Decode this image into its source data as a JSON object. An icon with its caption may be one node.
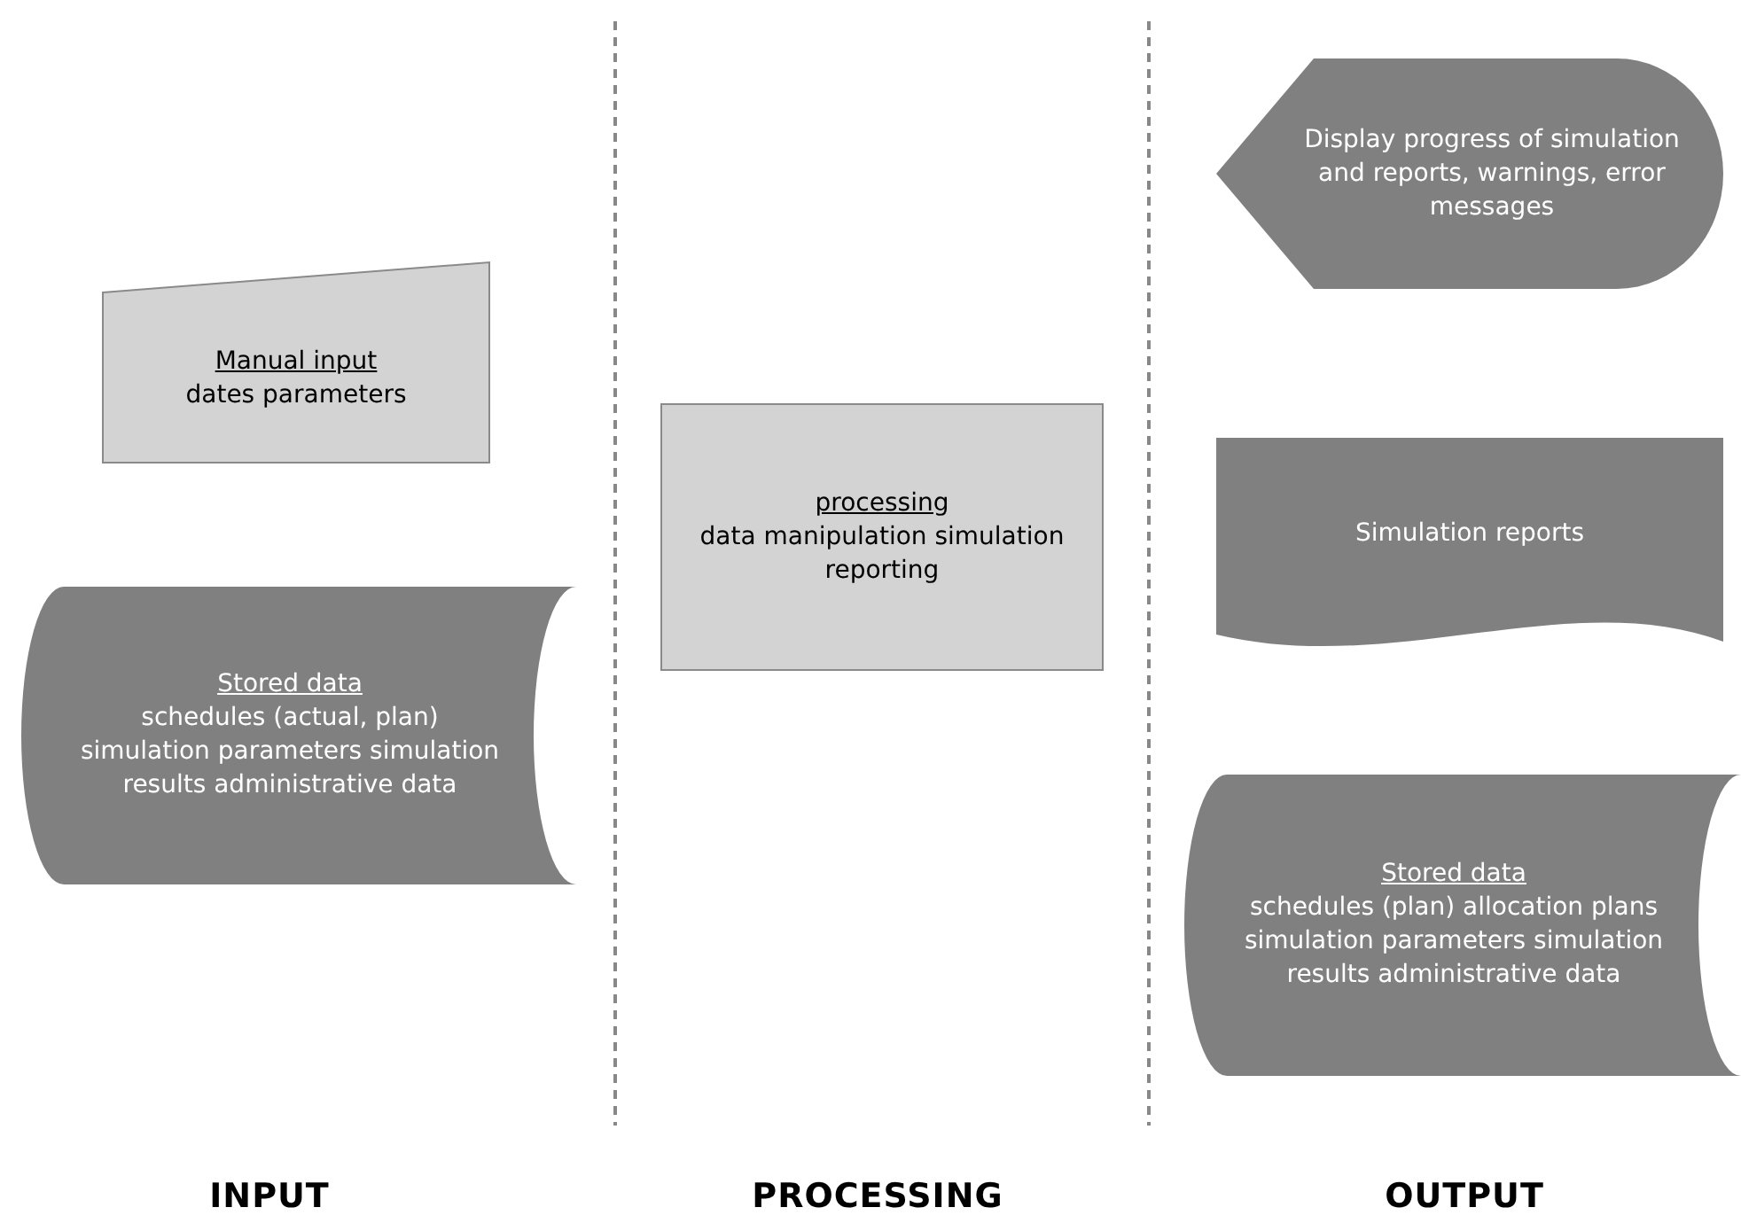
{
  "diagram": {
    "nodes": [
      {
        "text": [
          "Manual input",
          "dates parameters"
        ]
      },
      {
        "text": [
          "Stored data",
          "schedules (actual, plan) simulation parameters simulation results administrative data"
        ]
      },
      {
        "text": [
          "processing",
          "data manipulation simulation reporting"
        ]
      },
      {
        "text": [
          "Display progress of simulation and reports, warnings, error messages"
        ]
      },
      {
        "text": [
          "Simulation reports"
        ]
      },
      {
        "text": [
          "Stored data",
          "schedules (plan) allocation plans simulation parameters simulation results administrative data"
        ]
      }
    ],
    "edges": [],
    "labels": [
      "INPUT",
      "PROCESSING",
      "OUTPUT"
    ]
  }
}
